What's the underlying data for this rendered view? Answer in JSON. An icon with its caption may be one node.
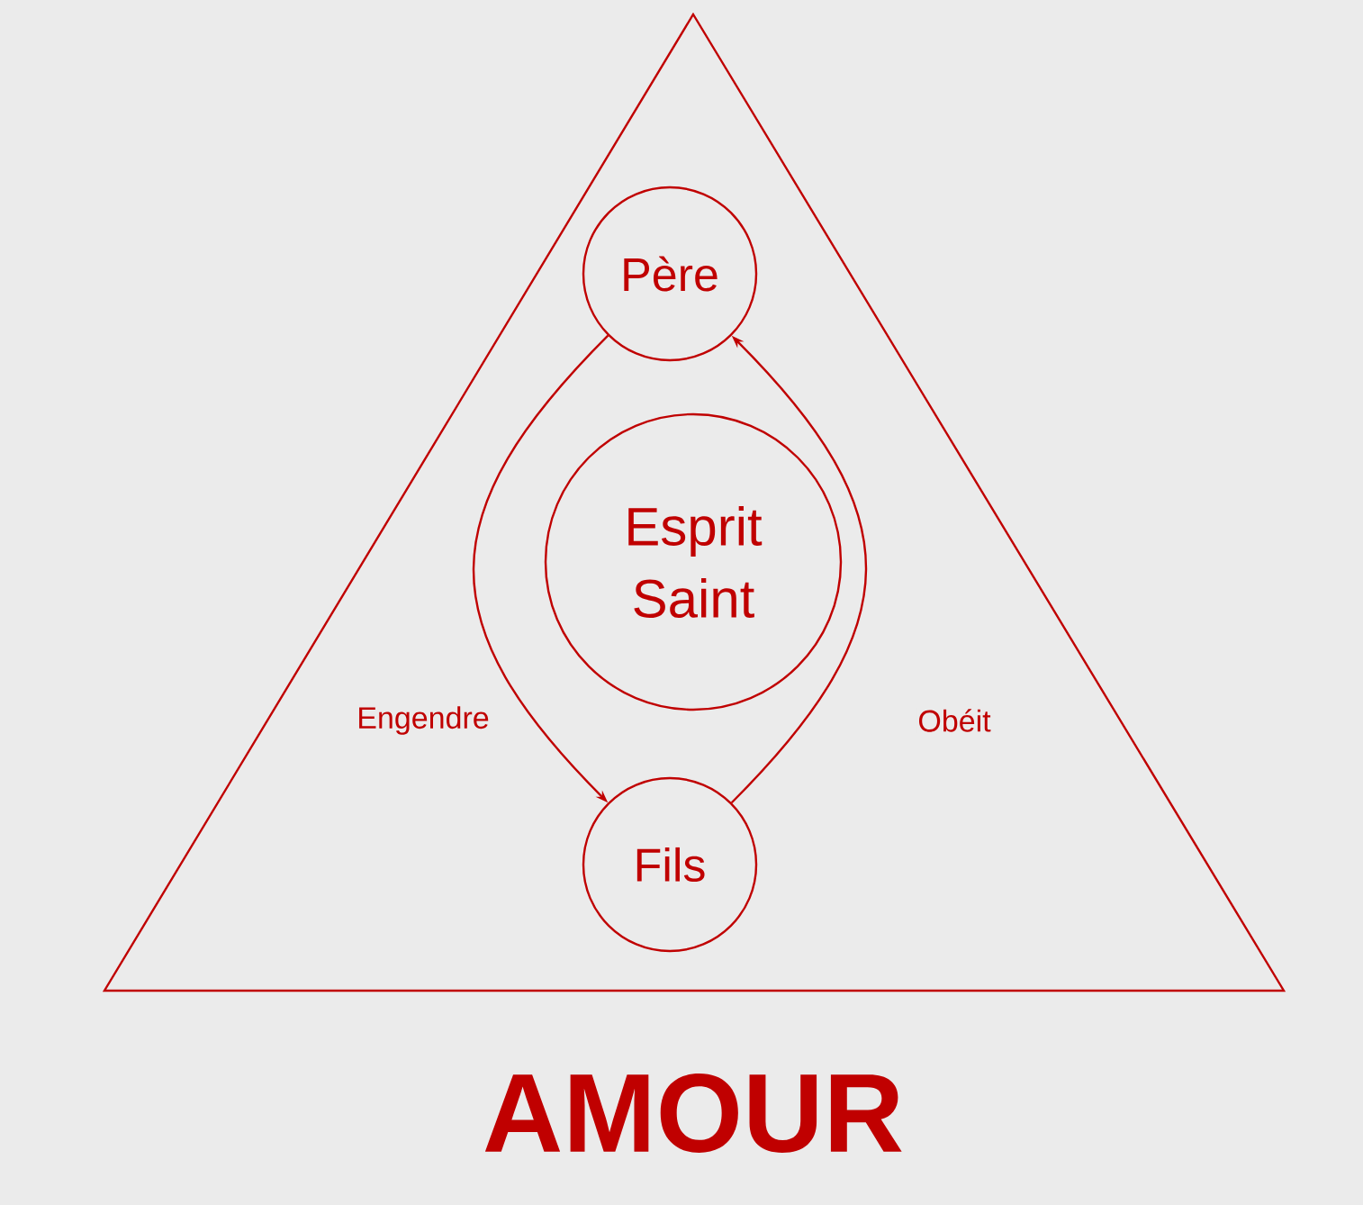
{
  "diagram": {
    "title": "AMOUR",
    "nodes": [
      {
        "text": [],
        "shape": "triangle"
      },
      {
        "text": [
          "Père"
        ],
        "in": 0
      },
      {
        "text": [
          "Esprit Saint"
        ],
        "in": 0
      },
      {
        "text": [
          "Fils"
        ],
        "in": 0
      }
    ],
    "edges": [
      {
        "from": 1,
        "to": 3,
        "arrow": "to",
        "label": "Engendre"
      },
      {
        "from": 3,
        "to": 1,
        "arrow": "to",
        "label": "Obéit"
      }
    ]
  }
}
